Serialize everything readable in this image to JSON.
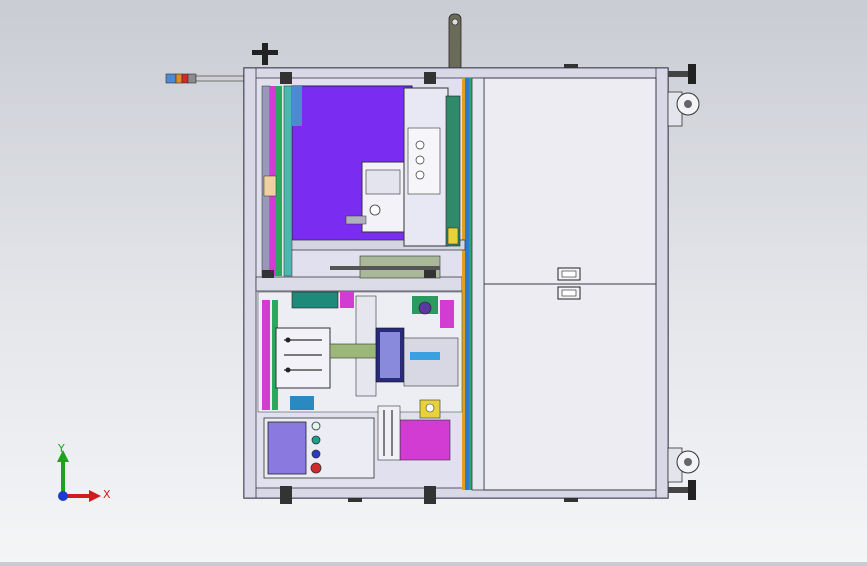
{
  "viewport": {
    "view": "front",
    "background_top": "#c9ccd3",
    "background_bottom": "#f4f5f7",
    "model": "machine-assembly"
  },
  "triad": {
    "x_label": "X",
    "y_label": "Y",
    "x_color": "#d01c1c",
    "y_color": "#1ca21c",
    "z_color": "#1c3cd0"
  },
  "colors": {
    "frame": "#e0e0ee",
    "frame_edge": "#3a3a4a",
    "panel_purple": "#7a2cf0",
    "cabinet": "#ececf2",
    "magenta": "#d23cd2",
    "green": "#2aa860",
    "teal": "#2fa7a0",
    "orange": "#e08a2a",
    "yellow": "#e8d23c"
  }
}
